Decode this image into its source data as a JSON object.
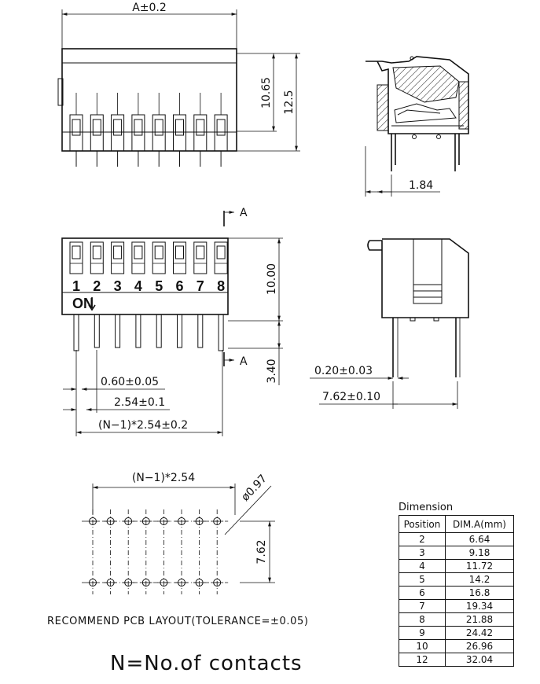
{
  "top_view": {
    "width_label": "A±0.2",
    "height_label_1": "10.65",
    "height_label_2": "12.5"
  },
  "side_view": {
    "pitch_label": "1.84"
  },
  "front_view": {
    "positions": [
      "1",
      "2",
      "3",
      "4",
      "5",
      "6",
      "7",
      "8"
    ],
    "on_label": "ON",
    "section_label": "A",
    "height_label": "10.00",
    "pin_label": "3.40",
    "pin_width_label": "0.60±0.05",
    "pitch_label": "2.54±0.1",
    "span_label": "(N−1)*2.54±0.2"
  },
  "end_view": {
    "thickness_label": "0.20±0.03",
    "row_label": "7.62±0.10"
  },
  "pcb_layout": {
    "span_label": "(N−1)*2.54",
    "hole_label": "ø0.97",
    "row_label": "7.62",
    "caption": "RECOMMEND  PCB  LAYOUT(TOLERANCE=±0.05)"
  },
  "footnote": "N=No.of  contacts",
  "dimension_table": {
    "caption": "Dimension",
    "headers": [
      "Position",
      "DIM.A(mm)"
    ],
    "rows": [
      [
        "2",
        "6.64"
      ],
      [
        "3",
        "9.18"
      ],
      [
        "4",
        "11.72"
      ],
      [
        "5",
        "14.2"
      ],
      [
        "6",
        "16.8"
      ],
      [
        "7",
        "19.34"
      ],
      [
        "8",
        "21.88"
      ],
      [
        "9",
        "24.42"
      ],
      [
        "10",
        "26.96"
      ],
      [
        "12",
        "32.04"
      ]
    ]
  }
}
